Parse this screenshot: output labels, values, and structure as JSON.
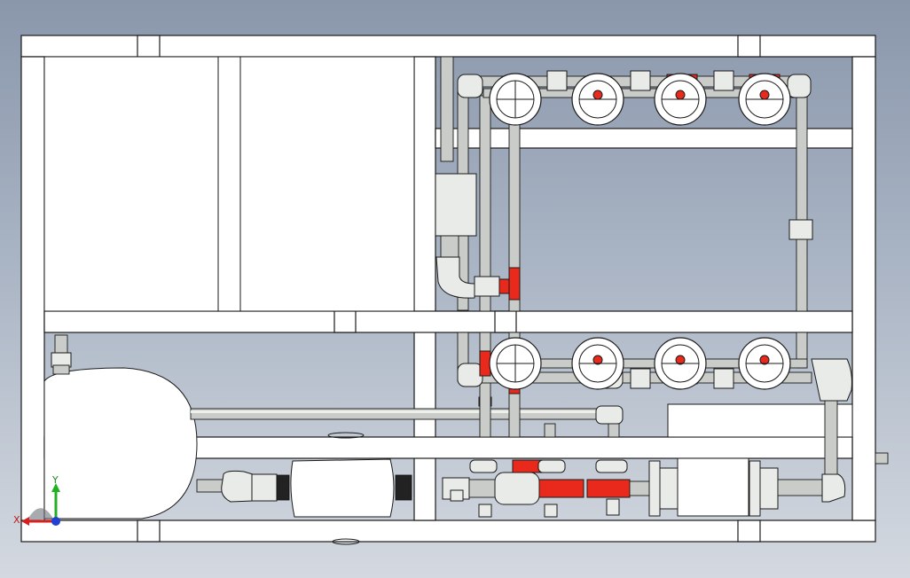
{
  "drawing": {
    "view": "front elevation",
    "triad": {
      "y_label": "Y",
      "x_label": "X"
    },
    "colors": {
      "background_top": "#8a97ab",
      "background_bottom": "#d4d9e0",
      "frame": "#ffffff",
      "pipe": "#c9ccc8",
      "highlight_fitting": "#e8291c",
      "triad_x": "#d62020",
      "triad_y": "#20b020",
      "triad_z": "#2040d0"
    },
    "counts": {
      "handwheel_valves_upper": 4,
      "handwheel_valves_lower": 4,
      "red_fittings": 8
    }
  }
}
